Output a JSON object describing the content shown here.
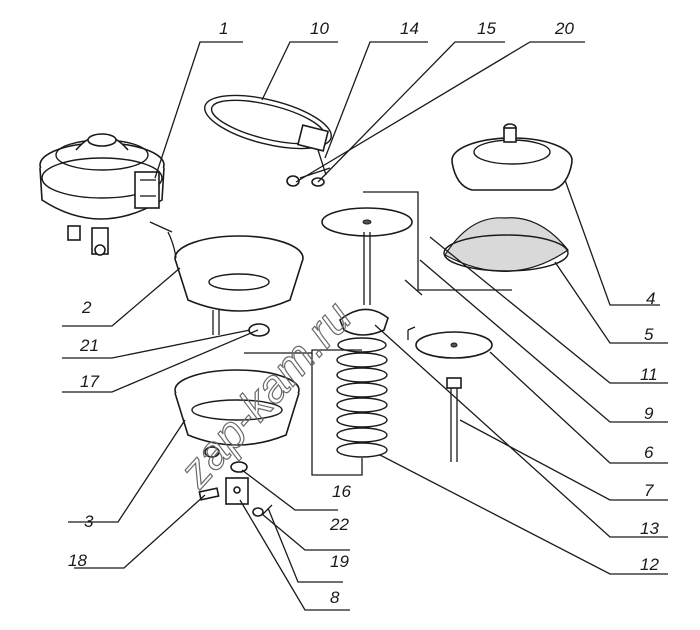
{
  "diagram": {
    "callouts": [
      "1",
      "2",
      "3",
      "4",
      "5",
      "6",
      "7",
      "8",
      "9",
      "10",
      "11",
      "12",
      "13",
      "14",
      "15",
      "16",
      "17",
      "18",
      "19",
      "20",
      "21",
      "22"
    ]
  },
  "watermark": {
    "text": "zap-kam.ru"
  }
}
